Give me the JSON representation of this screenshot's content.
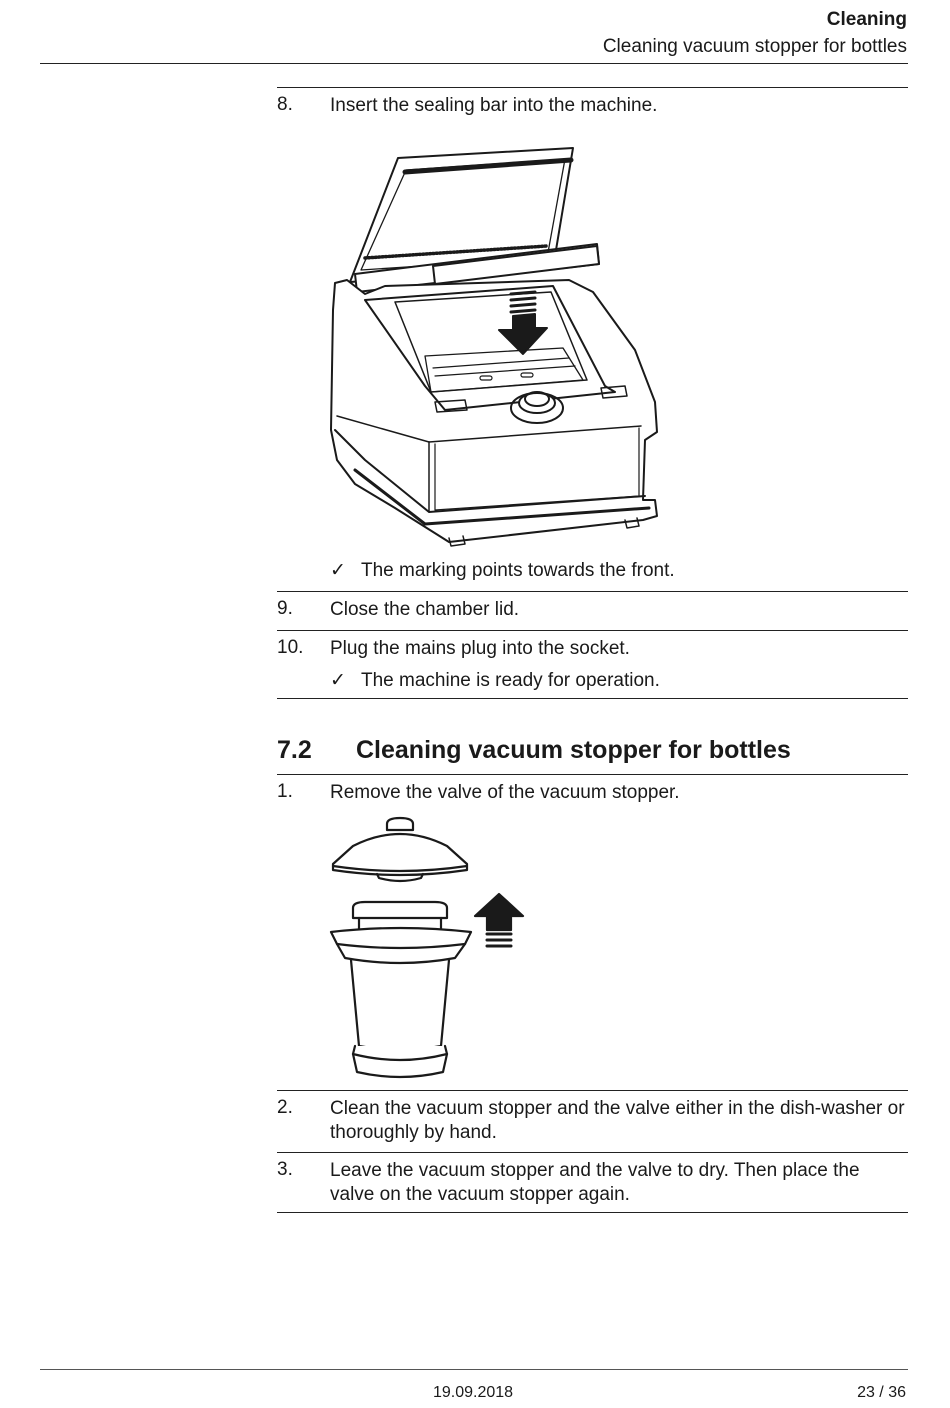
{
  "header": {
    "section": "Cleaning",
    "subsection": "Cleaning vacuum stopper for bottles"
  },
  "steps_part1": [
    {
      "number": "8.",
      "text": "Insert the sealing bar into the machine.",
      "result": "The marking points towards the front."
    },
    {
      "number": "9.",
      "text": "Close the chamber lid."
    },
    {
      "number": "10.",
      "text": "Plug the mains plug into the socket.",
      "result": "The machine is ready for operation."
    }
  ],
  "result_symbol": "✓",
  "section": {
    "number": "7.2",
    "title": "Cleaning vacuum stopper for bottles"
  },
  "steps_part2": [
    {
      "number": "1.",
      "text": "Remove the valve of the vacuum stopper."
    },
    {
      "number": "2.",
      "text": "Clean the vacuum stopper and the valve either in the dish-washer or thoroughly by hand."
    },
    {
      "number": "3.",
      "text": "Leave the vacuum stopper and the valve to dry. Then place the valve on the vacuum stopper again."
    }
  ],
  "footer": {
    "date": "19.09.2018",
    "page": "23 / 36"
  }
}
